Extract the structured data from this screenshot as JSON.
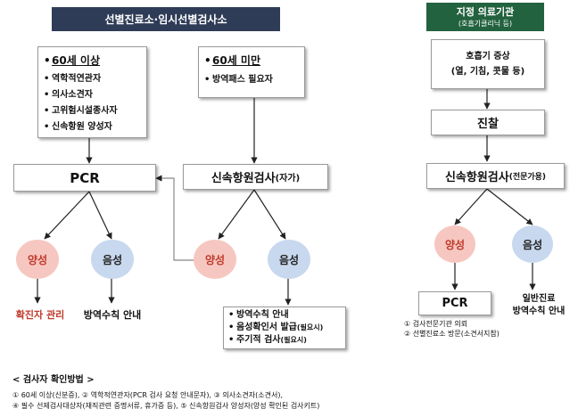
{
  "left_header": "선별진료소·임시선별검사소",
  "right_header": {
    "title": "지정 의료기관",
    "subtitle": "(호흡기클리닉 등)"
  },
  "box_over60": {
    "title": "60세 이상",
    "items": [
      "역학적연관자",
      "의사소견자",
      "고위험시설종사자",
      "신속항원 양성자"
    ]
  },
  "box_under60": {
    "title": "60세 미만",
    "items": [
      "방역패스 필요자"
    ]
  },
  "pcr_left": "PCR",
  "rat_left": {
    "main": "신속항원검사",
    "suffix": "(자가)"
  },
  "left_pcr_positive": "양성",
  "left_pcr_negative": "음성",
  "middle_positive": "양성",
  "middle_negative": "음성",
  "result_confirmed": "확진자 관리",
  "result_quarantine": "방역수칙 안내",
  "neg_box_items": [
    "방역수칙 안내",
    "음성확인서 발급",
    "주기적 검사"
  ],
  "neg_box_suffix": "(필요시)",
  "right_symptom": {
    "line1": "호흡기 증상",
    "line2": "(열, 기침, 콧물 등)"
  },
  "right_exam": "진찰",
  "right_rat": {
    "main": "신속항원검사",
    "suffix": "(전문가용)"
  },
  "right_positive": "양성",
  "right_negative": "음성",
  "right_pcr": "PCR",
  "right_pcr_notes": [
    "① 검사전문기관 의뢰",
    "② 선별진료소 방문(소견서지참)"
  ],
  "right_neg_result": {
    "line1": "일반진료",
    "line2": "방역수칙 안내"
  },
  "footer": {
    "title": "< 검사자 확인방법 >",
    "line1": "① 60세 이상(신분증), ② 역학적연관자(PCR 검사 요청 안내문자), ③ 의사소견자(소견서),",
    "line2": "④ 필수 선제검사대상자(재직관련 증명서류, 휴가증 등), ⑤ 신속항원검사 양성자(양성 확인된 검사키트)"
  },
  "colors": {
    "left_header_bg": "#2f3c57",
    "right_header_bg": "#23623f",
    "positive_fill": "#f6c7c0",
    "negative_fill": "#c8d8ee",
    "confirmed_text": "#c0392b"
  }
}
